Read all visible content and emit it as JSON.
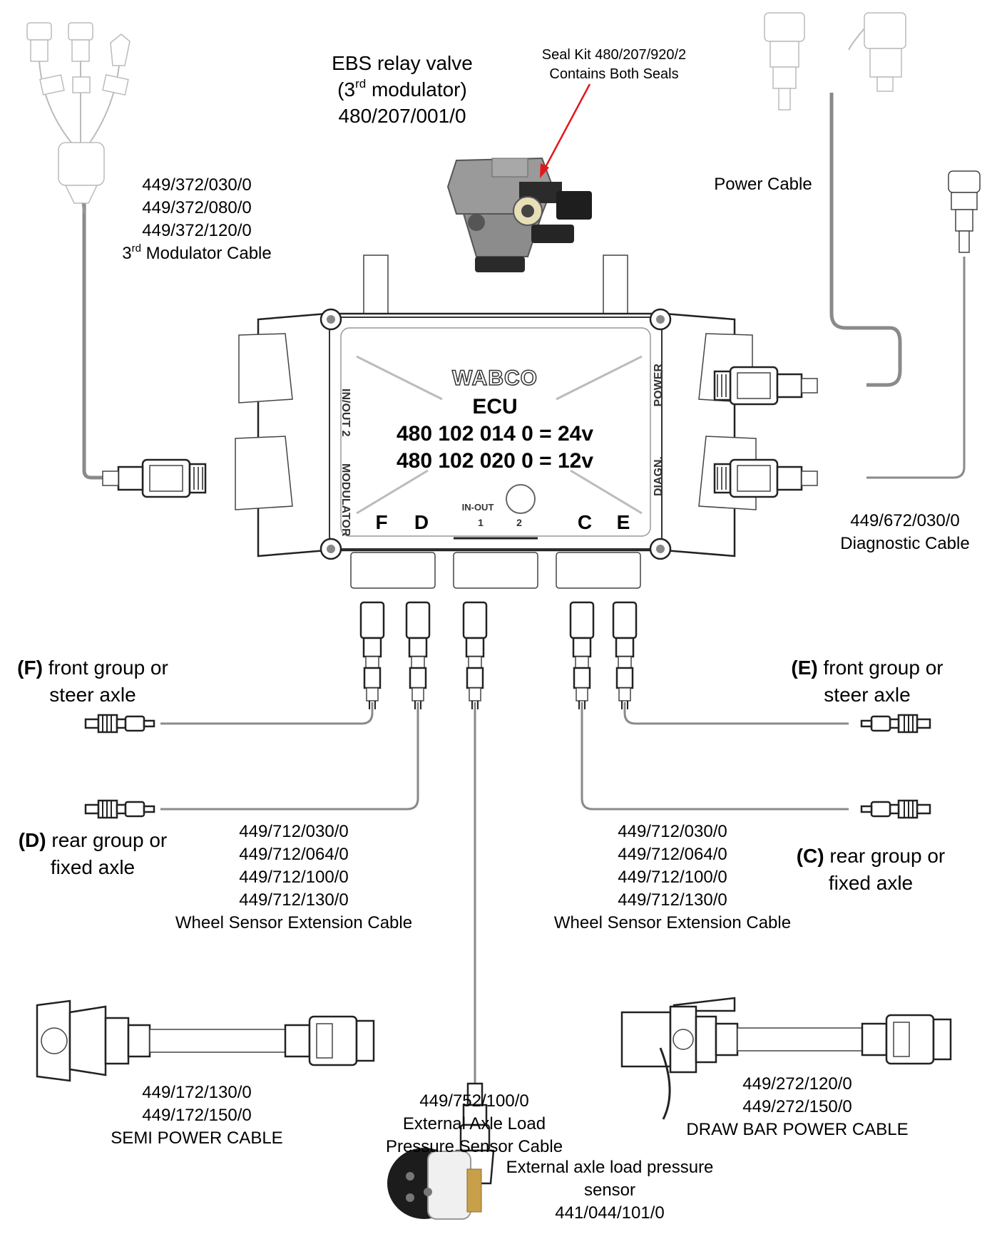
{
  "relay_valve": {
    "line1": "EBS relay valve",
    "line2_pre": "(3",
    "line2_sup": "rd",
    "line2_post": " modulator)",
    "part": "480/207/001/0"
  },
  "seal_kit": {
    "line1": "Seal Kit 480/207/920/2",
    "line2": "Contains Both Seals",
    "arrow_color": "#e3161b"
  },
  "modulator_cable": {
    "parts": [
      "449/372/030/0",
      "449/372/080/0",
      "449/372/120/0"
    ],
    "label_pre": "3",
    "label_sup": "rd",
    "label_post": " Modulator Cable"
  },
  "power_cable": {
    "label": "Power Cable"
  },
  "diagnostic_cable": {
    "part": "449/672/030/0",
    "label": "Diagnostic Cable"
  },
  "ecu": {
    "brand": "WABCO",
    "title": "ECU",
    "line24": "480 102 014 0 = 24v",
    "line12": "480 102 020 0 = 12v",
    "port_in_out_2": "IN/OUT 2",
    "port_modulator": "MODULATOR",
    "port_power": "POWER",
    "port_diagn": "DIAGN.",
    "port_in_out_1": "IN-OUT",
    "port_1": "1",
    "port_2": "2",
    "sensor_ports": [
      "F",
      "D",
      "C",
      "E"
    ]
  },
  "sensors": {
    "F": {
      "code": "(F)",
      "line1": " front group or",
      "line2": "steer axle"
    },
    "E": {
      "code": "(E)",
      "line1": " front group or",
      "line2": "steer axle"
    },
    "D": {
      "code": "(D)",
      "line1": " rear group or",
      "line2": "fixed axle"
    },
    "C": {
      "code": "(C)",
      "line1": " rear group or",
      "line2": "fixed axle"
    }
  },
  "wheel_sensor_cable_left": {
    "parts": [
      "449/712/030/0",
      "449/712/064/0",
      "449/712/100/0",
      "449/712/130/0"
    ],
    "label": "Wheel Sensor Extension Cable"
  },
  "wheel_sensor_cable_right": {
    "parts": [
      "449/712/030/0",
      "449/712/064/0",
      "449/712/100/0",
      "449/712/130/0"
    ],
    "label": "Wheel Sensor Extension Cable"
  },
  "semi_power_cable": {
    "parts": [
      "449/172/130/0",
      "449/172/150/0"
    ],
    "label": "SEMI POWER CABLE"
  },
  "pressure_sensor_cable": {
    "part": "449/752/100/0",
    "line1": "External Axle Load",
    "line2": "Pressure Sensor Cable"
  },
  "draw_bar_cable": {
    "parts": [
      "449/272/120/0",
      "449/272/150/0"
    ],
    "label": "DRAW BAR POWER CABLE"
  },
  "pressure_sensor": {
    "line1": "External axle load pressure",
    "line2": "sensor",
    "part": "441/044/101/0"
  }
}
